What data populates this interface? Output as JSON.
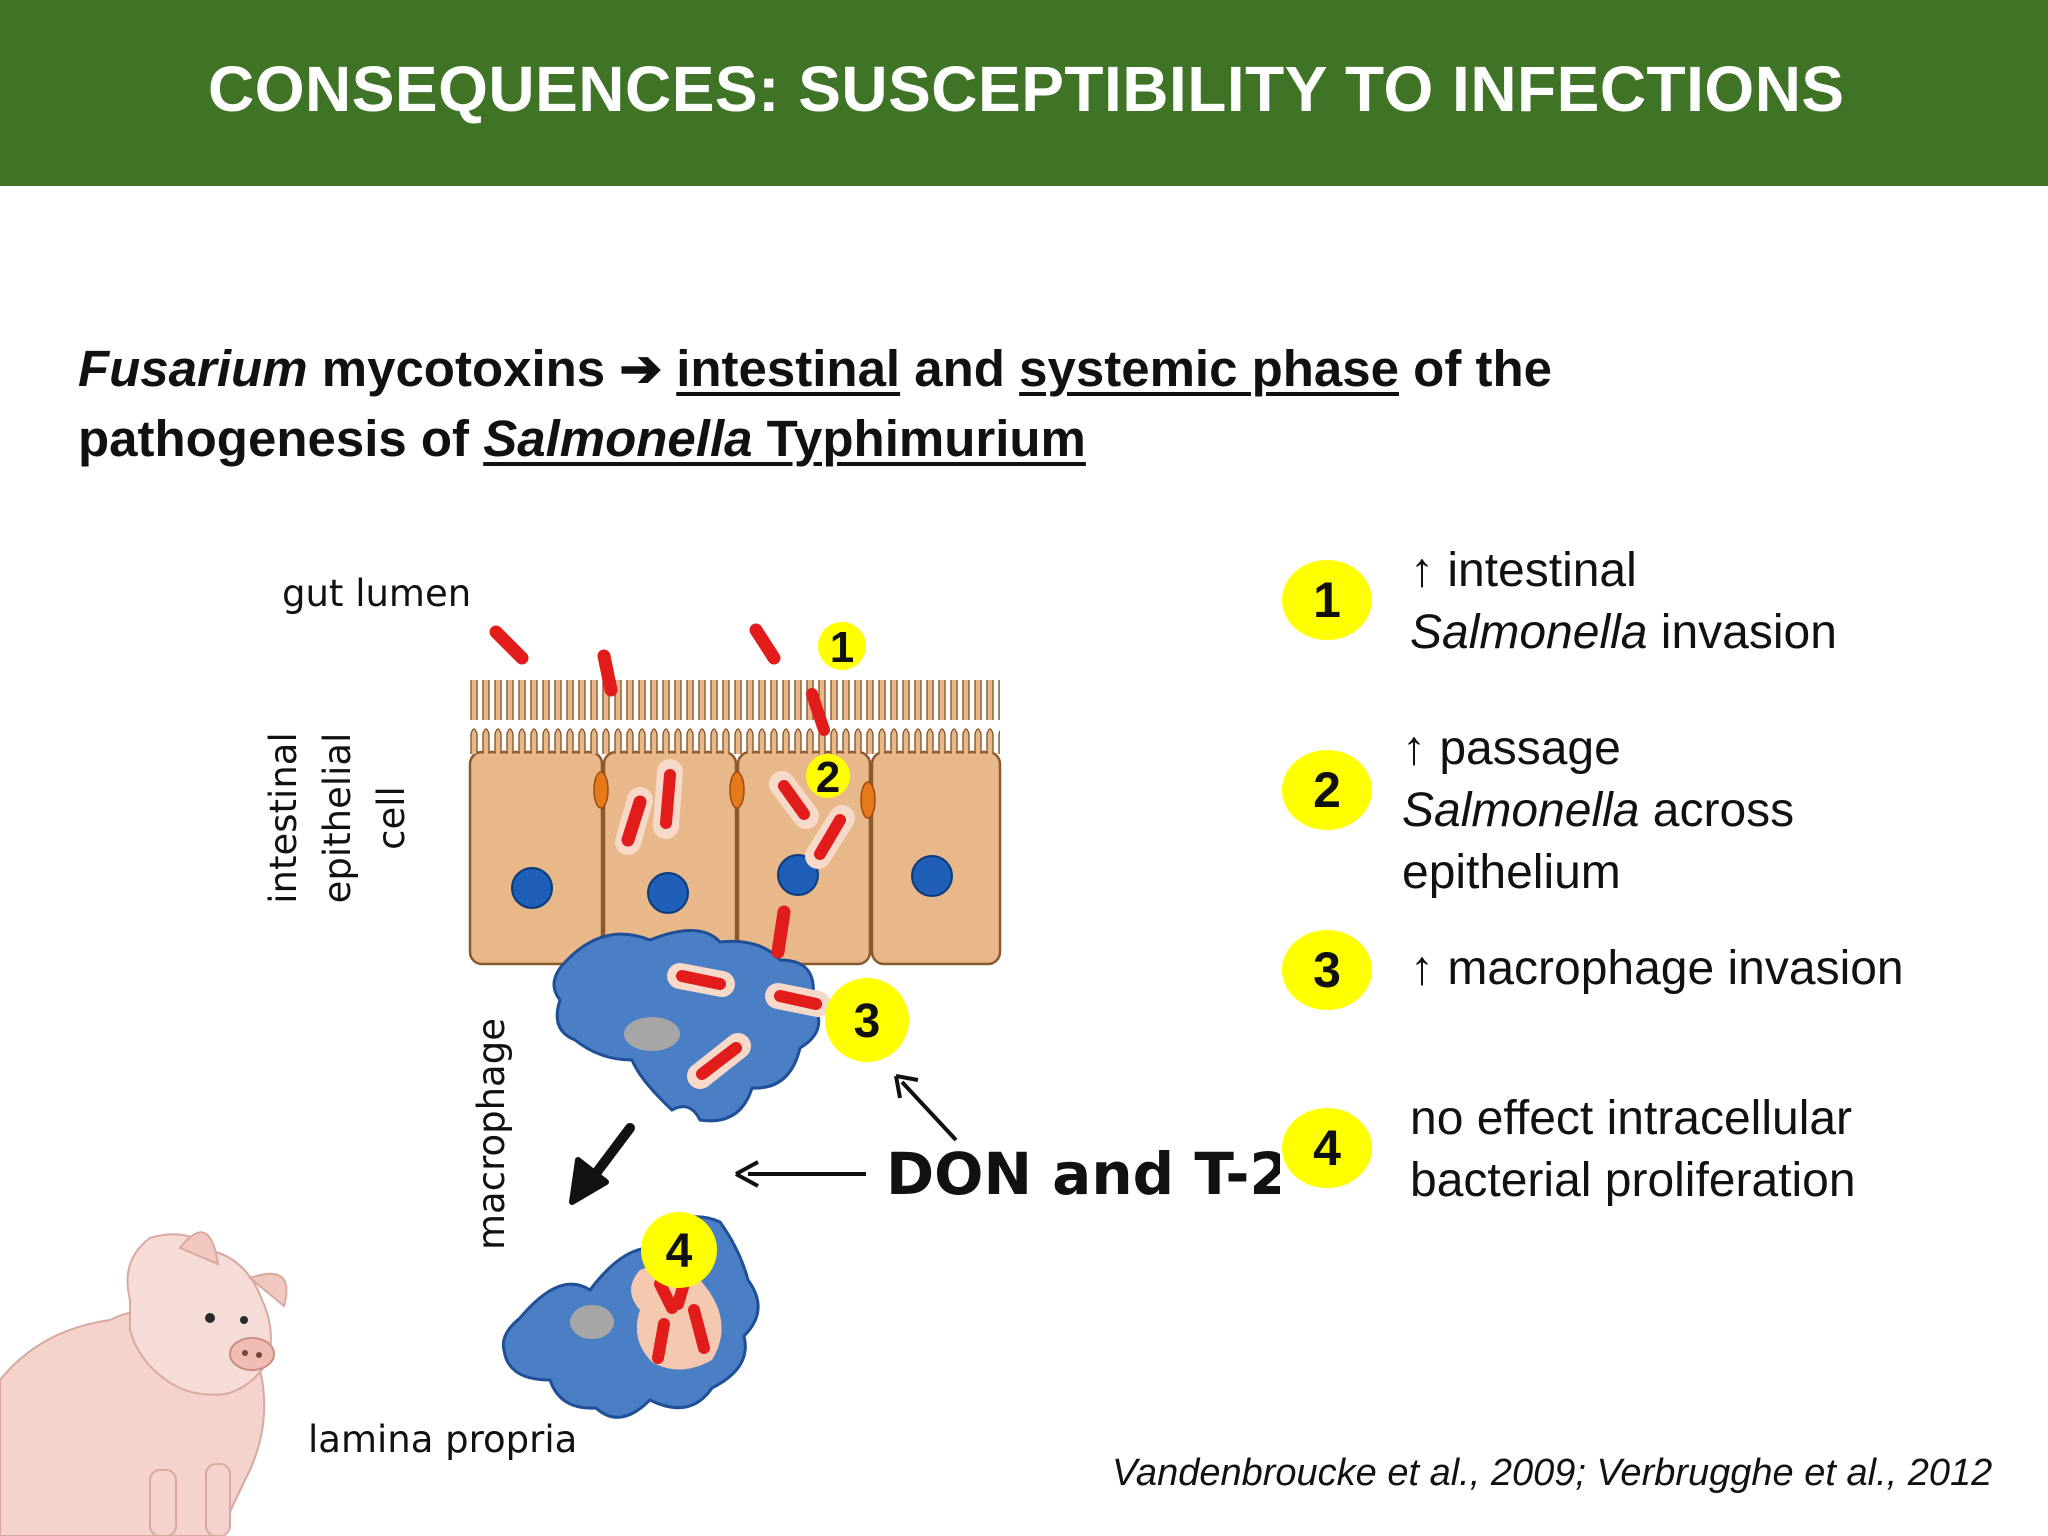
{
  "banner": {
    "title": "CONSEQUENCES: SUSCEPTIBILITY TO INFECTIONS",
    "color": "#3f7426"
  },
  "headline": {
    "line1": {
      "fusarium": "Fusarium",
      "mycotoxins": " mycotoxins ",
      "arrow": "➔",
      "intestinal": "intestinal",
      "and": " and ",
      "systemic_phase": "systemic phase",
      "of_the": " of the"
    },
    "line2": {
      "pathogenesis": "pathogenesis of ",
      "salmonella": "Salmonella",
      "typhimurium": " Typhimurium"
    }
  },
  "diagram": {
    "labels": {
      "gut_lumen": "gut lumen",
      "intestinal": "intestinal",
      "epithelial": "epithelial",
      "cell": "cell",
      "macrophage": "macrophage",
      "lamina_propria": "lamina propria",
      "don_t2": "DON and T-2"
    },
    "markers": [
      "1",
      "2",
      "3",
      "4"
    ],
    "colors": {
      "epithelium": "#e8b88a",
      "macrophage": "#4a7fc6",
      "bacteria": "#e21b1b",
      "marker": "#ffff00",
      "nucleus": "#1f5fb8"
    },
    "icons": {
      "animal": "piglet-icon"
    }
  },
  "effects": [
    {
      "number": "1",
      "lines": [
        "↑ intestinal",
        "Salmonella invasion"
      ]
    },
    {
      "number": "2",
      "lines": [
        "↑ passage",
        "Salmonella across",
        "epithelium"
      ]
    },
    {
      "number": "3",
      "lines": [
        "↑ macrophage invasion"
      ]
    },
    {
      "number": "4",
      "lines": [
        "no effect intracellular",
        "bacterial proliferation"
      ]
    }
  ],
  "citation": "Vandenbroucke et al., 2009; Verbrugghe et al., 2012"
}
